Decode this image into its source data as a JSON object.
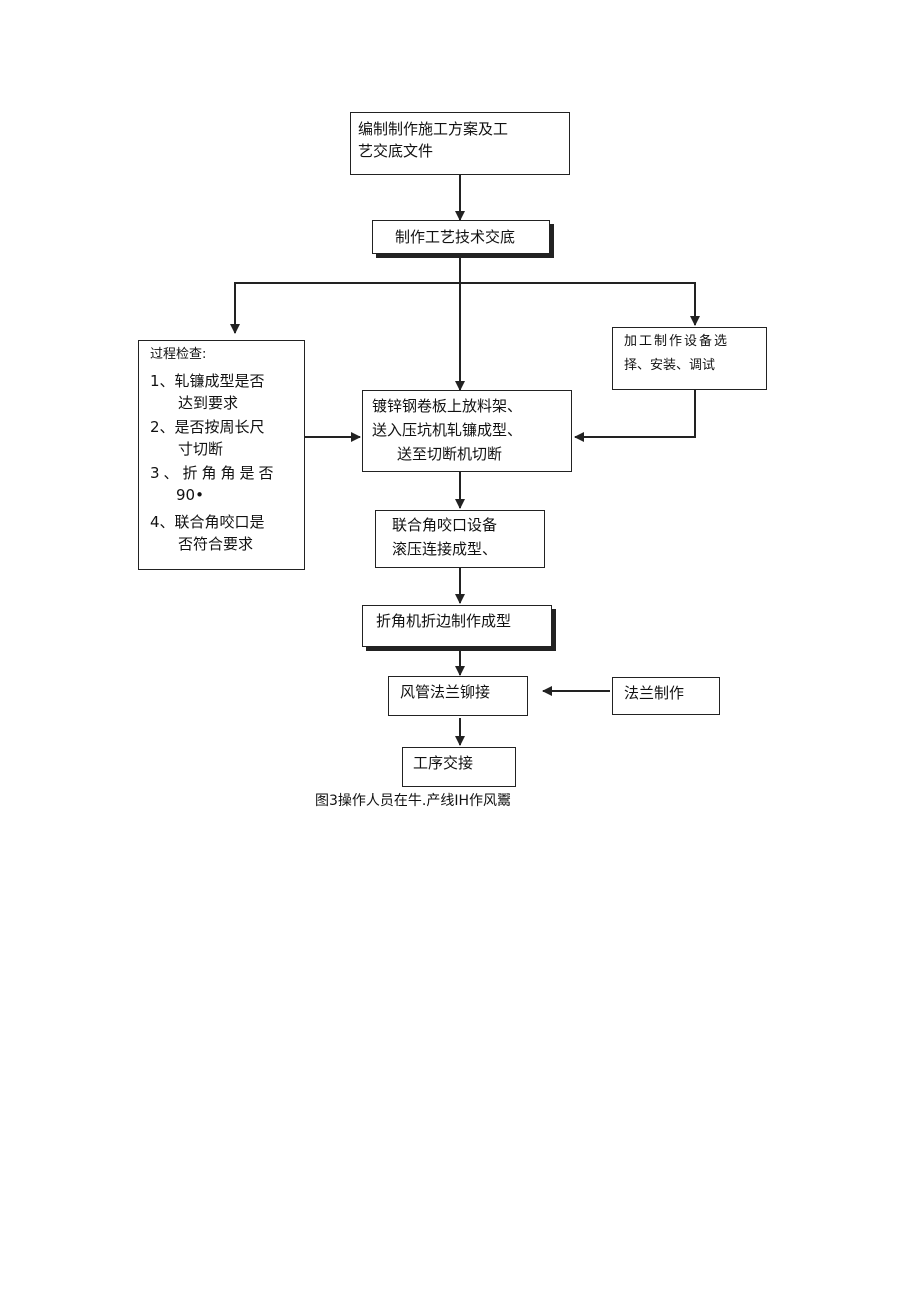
{
  "flowchart": {
    "step1": [
      "编制制作施工方案及工",
      "艺交底文件"
    ],
    "step2": "制作工艺技术交底",
    "inspection": {
      "title": "过程检查:",
      "items": [
        "1、轧镰成型是否",
        "达到要求",
        "2、是否按周长尺",
        "寸切断",
        "3、折角角是否",
        "90•",
        "4、联合角咬口是",
        "否符合要求"
      ]
    },
    "equipment": [
      "加工制作设备选",
      "择、安装、调试"
    ],
    "step3": [
      "镀锌钢卷板上放料架、",
      "送入压坑机轧镰成型、",
      "送至切断机切断"
    ],
    "step4": [
      "联合角咬口设备",
      "滚压连接成型、"
    ],
    "step5": "折角机折边制作成型",
    "step6": "风管法兰铆接",
    "flange": "法兰制作",
    "step7": "工序交接"
  },
  "caption": "图3操作人员在牛.产线IH作风鬻"
}
